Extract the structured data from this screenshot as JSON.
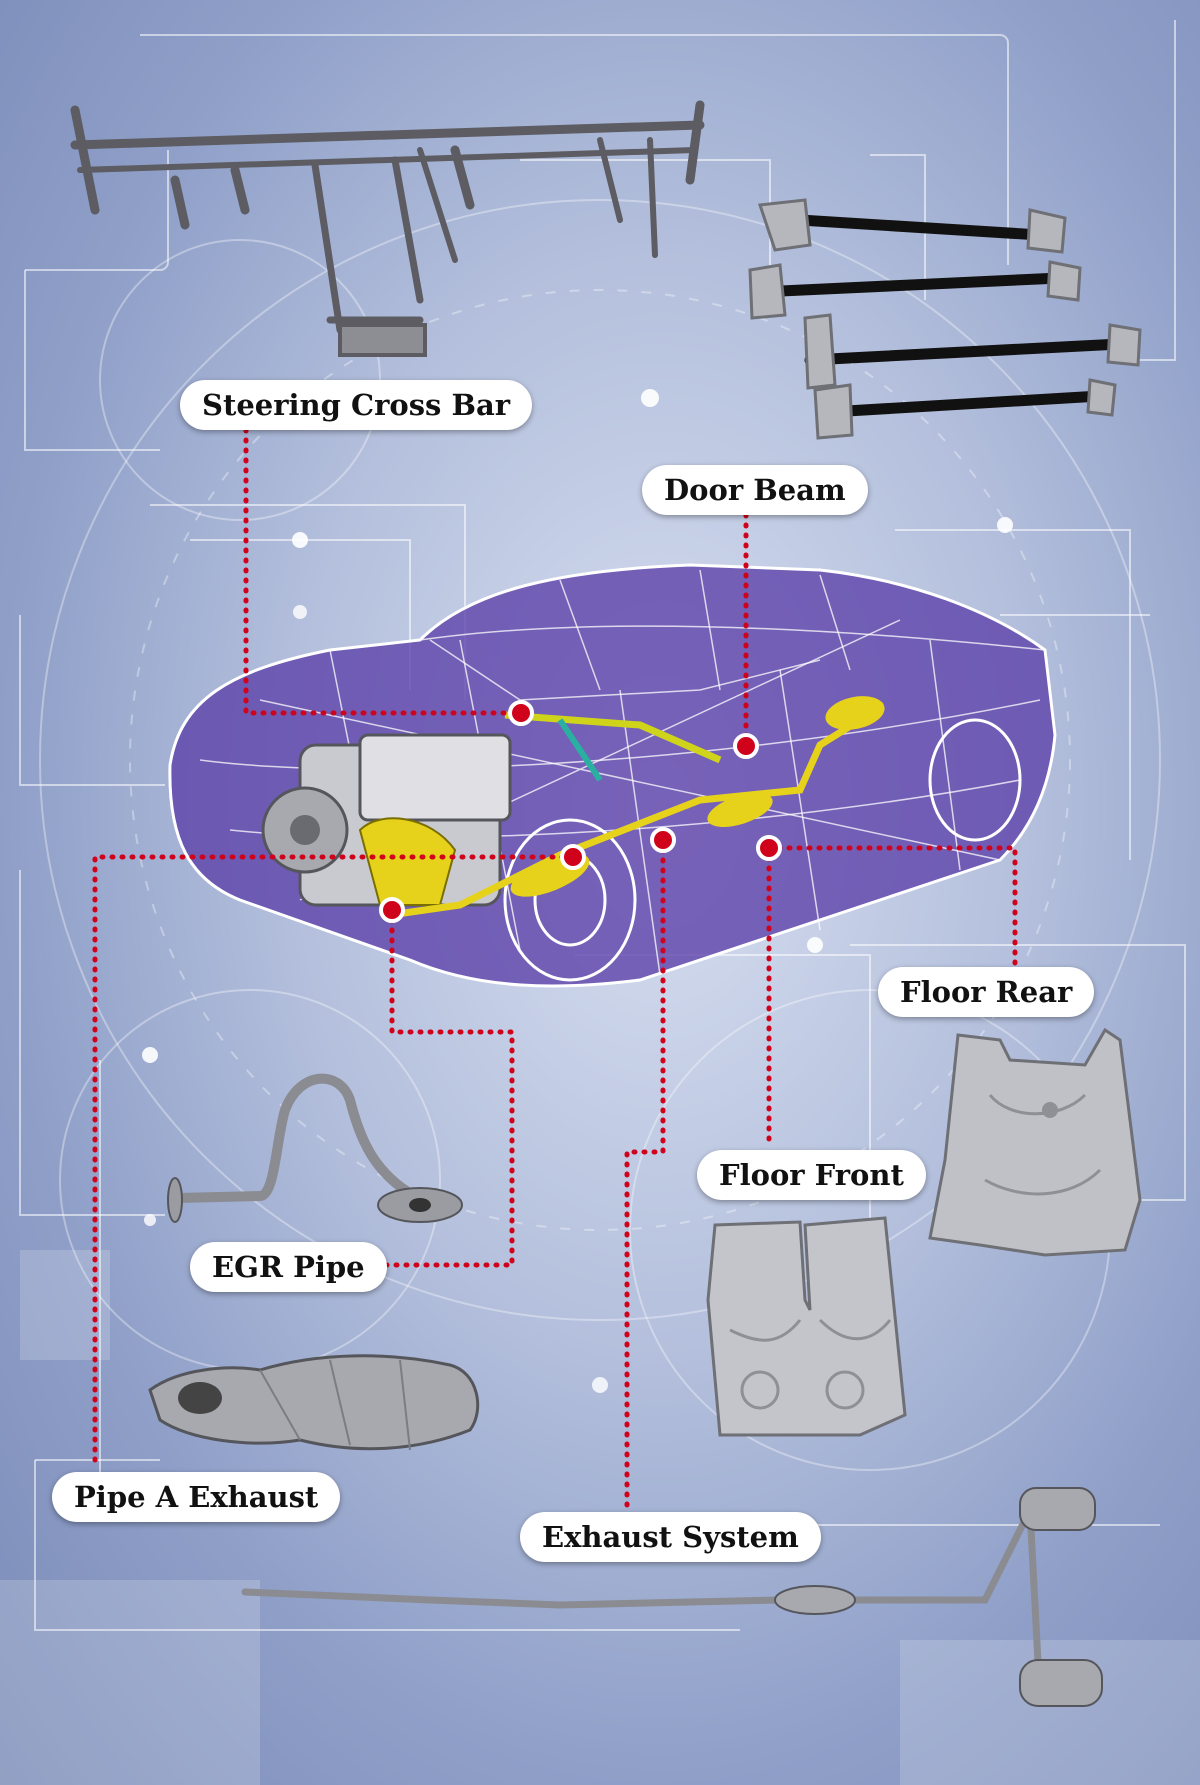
{
  "labels": {
    "steering_cross_bar": "Steering Cross Bar",
    "door_beam": "Door Beam",
    "floor_rear": "Floor Rear",
    "floor_front": "Floor Front",
    "egr_pipe": "EGR Pipe",
    "pipe_a_exhaust": "Pipe A Exhaust",
    "exhaust_system": "Exhaust System"
  },
  "colors": {
    "leader": "#d0021b",
    "car_wireframe": "#5b3fa8",
    "highlight_part": "#e6d21a",
    "label_bg": "#ffffff"
  }
}
